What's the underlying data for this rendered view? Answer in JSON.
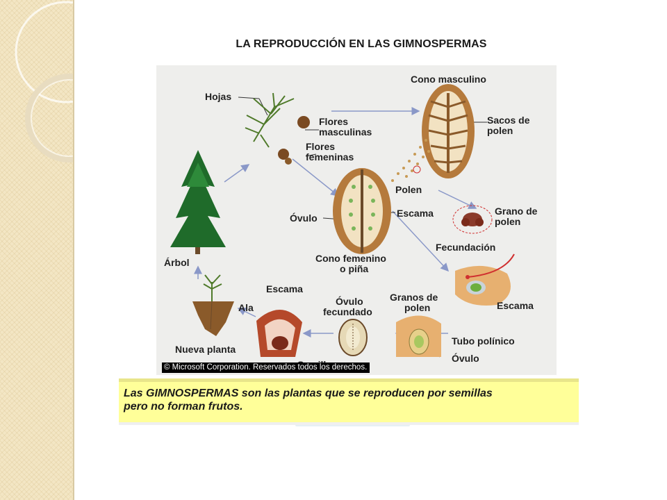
{
  "title": "LA REPRODUCCIÓN EN LAS GIMNOSPERMAS",
  "labels": {
    "hojas": "Hojas",
    "flores_masculinas_1": "Flores",
    "flores_masculinas_2": "masculinas",
    "flores_femeninas_1": "Flores",
    "flores_femeninas_2": "femeninas",
    "cono_masculino": "Cono masculino",
    "sacos_polen_1": "Sacos de",
    "sacos_polen_2": "polen",
    "polen": "Polen",
    "grano_polen_1": "Grano de",
    "grano_polen_2": "polen",
    "ovulo": "Óvulo",
    "escama_cono": "Escama",
    "cono_femenino_1": "Cono femenino",
    "cono_femenino_2": "o piña",
    "arbol": "Árbol",
    "fecundacion": "Fecundación",
    "escama_fec": "Escama",
    "granos_polen_1": "Granos de",
    "granos_polen_2": "polen",
    "tubo_polinico": "Tubo polínico",
    "ovulo_bottom": "Óvulo",
    "ovulo_fecundado_1": "Óvulo",
    "ovulo_fecundado_2": "fecundado",
    "escama_semilla": "Escama",
    "ala": "Ala",
    "semilla": "Semilla",
    "nueva_planta": "Nueva planta"
  },
  "copyright": "© Microsoft Corporation. Reservados todos los derechos.",
  "caption": {
    "line1": "Las GIMNOSPERMAS son las plantas que se reproducen por semillas",
    "line2": "pero no forman frutos."
  }
}
